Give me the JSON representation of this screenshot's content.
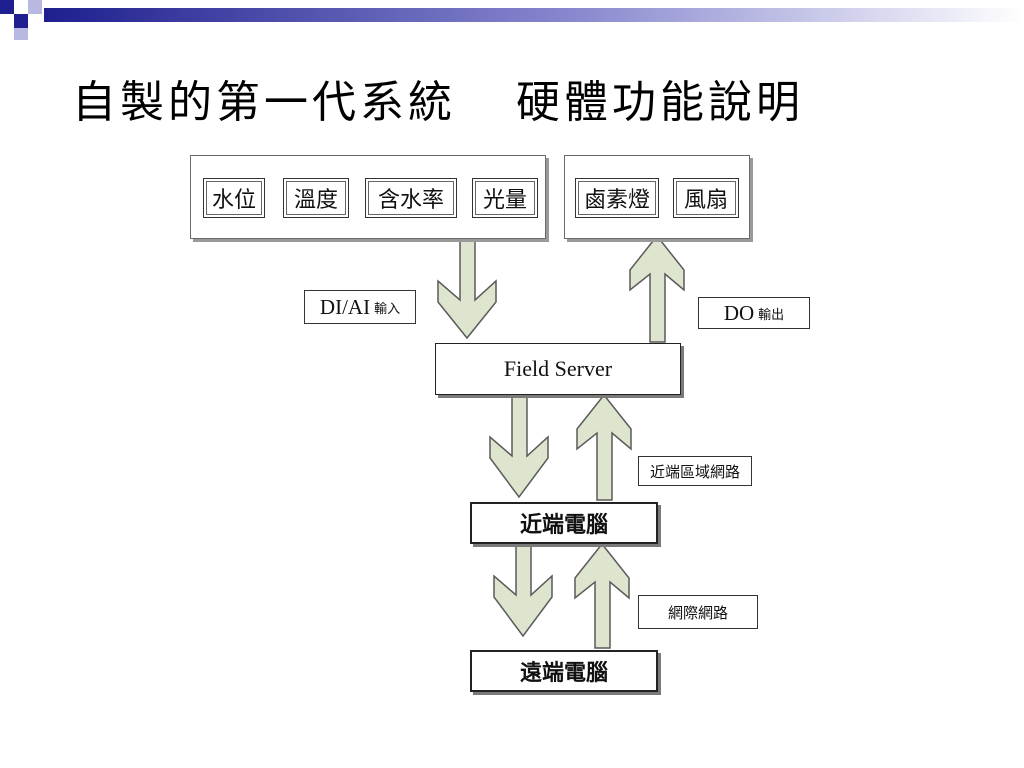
{
  "slide": {
    "title_left": "自製的第一代系統",
    "title_right": "硬體功能說明"
  },
  "diagram": {
    "sensors": [
      "水位",
      "溫度",
      "含水率",
      "光量"
    ],
    "actuators": [
      "鹵素燈",
      "風扇"
    ],
    "field_server": "Field Server",
    "local_pc": "近端電腦",
    "remote_pc": "遠端電腦",
    "input_label_main": "DI/AI",
    "input_label_sub": "輸入",
    "output_label_main": "DO",
    "output_label_sub": "輸出",
    "lan_label": "近端區域網路",
    "internet_label": "網際網路"
  },
  "colors": {
    "arrow_fill": "#dde5cf",
    "arrow_stroke": "#5a5a5a",
    "corner_blue": "#1f1f8f"
  }
}
